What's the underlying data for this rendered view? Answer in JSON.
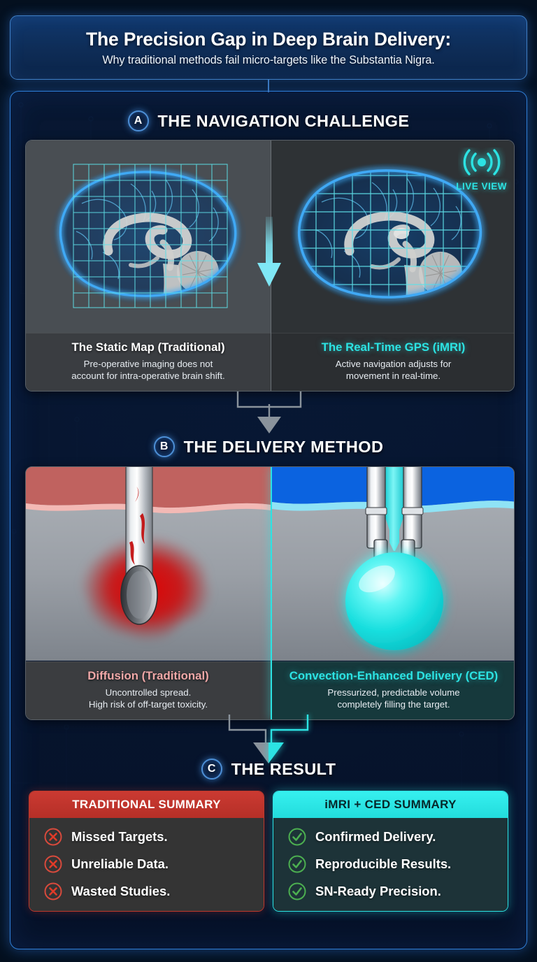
{
  "header": {
    "title": "The Precision Gap in Deep Brain Delivery:",
    "subtitle": "Why traditional methods fail micro-targets like the Substantia Nigra."
  },
  "sections": [
    {
      "badge": "A",
      "title": "THE NAVIGATION CHALLENGE"
    },
    {
      "badge": "B",
      "title": "THE DELIVERY METHOD"
    },
    {
      "badge": "C",
      "title": "THE RESULT"
    }
  ],
  "navigation": {
    "left": {
      "heading": "The Static Map (Traditional)",
      "body_line1": "Pre-operative imaging does not",
      "body_line2": "account for intra-operative brain shift.",
      "icon": "brain-grid-static-icon"
    },
    "right": {
      "heading": "The Real-Time GPS (iMRI)",
      "body_line1": "Active navigation adjusts for",
      "body_line2": "movement in real-time.",
      "icon": "brain-grid-conformal-icon",
      "live_badge_label": "LIVE VIEW",
      "live_badge_icon": "broadcast-signal-icon"
    },
    "transition_arrow_icon": "cyan-down-arrow-icon"
  },
  "delivery": {
    "left": {
      "heading": "Diffusion (Traditional)",
      "body_line1": "Uncontrolled spread.",
      "body_line2": "High risk of off-target toxicity.",
      "icon": "needle-red-diffusion-icon"
    },
    "right": {
      "heading": "Convection-Enhanced Delivery (CED)",
      "body_line1": "Pressurized, predictable volume",
      "body_line2": "completely filling the target.",
      "icon": "multiport-cannula-cyan-sphere-icon"
    }
  },
  "results": {
    "traditional": {
      "title": "TRADITIONAL SUMMARY",
      "bullet_icon": "x-circle-icon",
      "items": [
        "Missed Targets.",
        "Unreliable Data.",
        "Wasted Studies."
      ]
    },
    "advanced": {
      "title": "iMRI + CED SUMMARY",
      "bullet_icon": "check-circle-icon",
      "items": [
        "Confirmed Delivery.",
        "Reproducible Results.",
        "SN-Ready Precision."
      ]
    }
  },
  "connectors": {
    "a_to_b_icon": "gray-down-arrow-icon",
    "b_to_c_icon": "split-gray-cyan-down-arrow-icon"
  },
  "colors": {
    "accent_cyan": "#2ce3e3",
    "accent_blue": "#3f7fc6",
    "danger_red": "#c0392b",
    "success_green": "#4caf50",
    "background": "#050d1c"
  }
}
